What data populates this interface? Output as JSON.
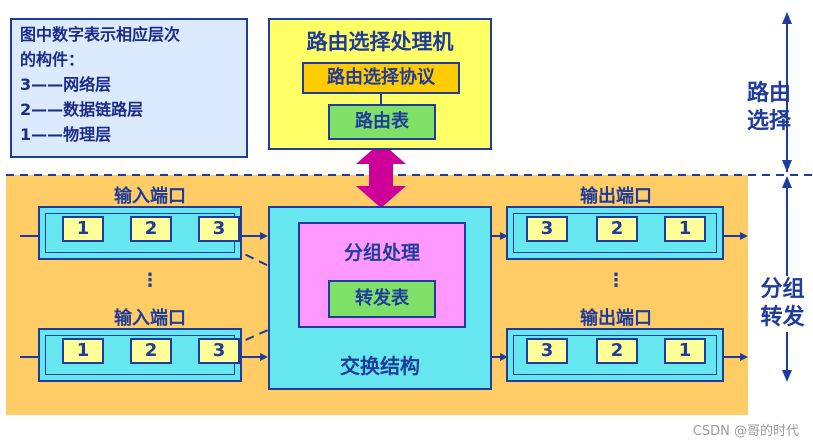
{
  "legend": {
    "line1": "图中数字表示相应层次",
    "line2": "的构件：",
    "line3": "3——网络层",
    "line4": "2——数据链路层",
    "line5": "1——物理层"
  },
  "routing_processor": {
    "title": "路由选择处理机",
    "protocol": "路由选择协议",
    "table": "路由表"
  },
  "switch_fabric": {
    "packet_processing": "分组处理",
    "forwarding_table": "转发表",
    "label": "交换结构"
  },
  "input_ports": {
    "label": "输入端口",
    "cells": [
      "1",
      "2",
      "3"
    ]
  },
  "output_ports": {
    "label": "输出端口",
    "cells": [
      "3",
      "2",
      "1"
    ]
  },
  "ellipsis": "⋮",
  "side_labels": {
    "routing": [
      "路由",
      "选择"
    ],
    "forwarding": [
      "分组",
      "转发"
    ]
  },
  "watermark": "CSDN @哥的时代",
  "colors": {
    "border": "#1f3b9c",
    "magenta_arrow": "#cc0099",
    "forwarding_area": "#ffcc66",
    "router_box": "#ffff66"
  }
}
